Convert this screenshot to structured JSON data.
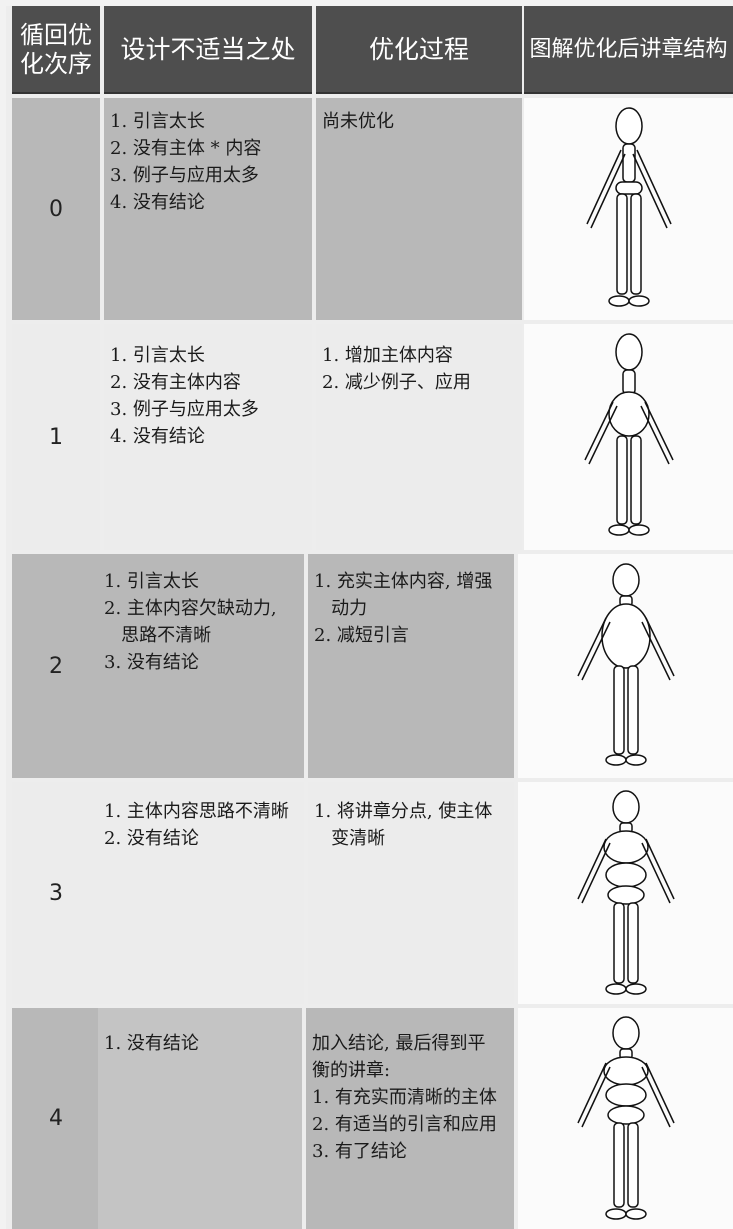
{
  "headers": [
    "循回优\n化次序",
    "设计不适当之处",
    "优化过程",
    "图解优化后讲章结构"
  ],
  "rows": [
    {
      "order": "0",
      "issues": [
        "1. 引言太长",
        "2. 没有主体 * 内容",
        "3. 例子与应用太多",
        "4. 没有结论"
      ],
      "process": [
        "尚未优化"
      ]
    },
    {
      "order": "1",
      "issues": [
        "1. 引言太长",
        "2. 没有主体内容",
        "3. 例子与应用太多",
        "4. 没有结论"
      ],
      "process": [
        "1. 增加主体内容",
        "2. 减少例子、应用"
      ]
    },
    {
      "order": "2",
      "issues": [
        "1. 引言太长",
        "2. 主体内容欠缺动力,",
        "   思路不清晰",
        "3. 没有结论"
      ],
      "process": [
        "1. 充实主体内容, 增强",
        "   动力",
        "2. 减短引言"
      ]
    },
    {
      "order": "3",
      "issues": [
        "1. 主体内容思路不清晰",
        "2. 没有结论"
      ],
      "process": [
        "1. 将讲章分点, 使主体",
        "   变清晰"
      ]
    },
    {
      "order": "4",
      "issues": [
        "1. 没有结论"
      ],
      "process": [
        "加入结论, 最后得到平",
        "衡的讲章:",
        "1. 有充实而清晰的主体",
        "2. 有适当的引言和应用",
        "3. 有了结论"
      ]
    }
  ]
}
